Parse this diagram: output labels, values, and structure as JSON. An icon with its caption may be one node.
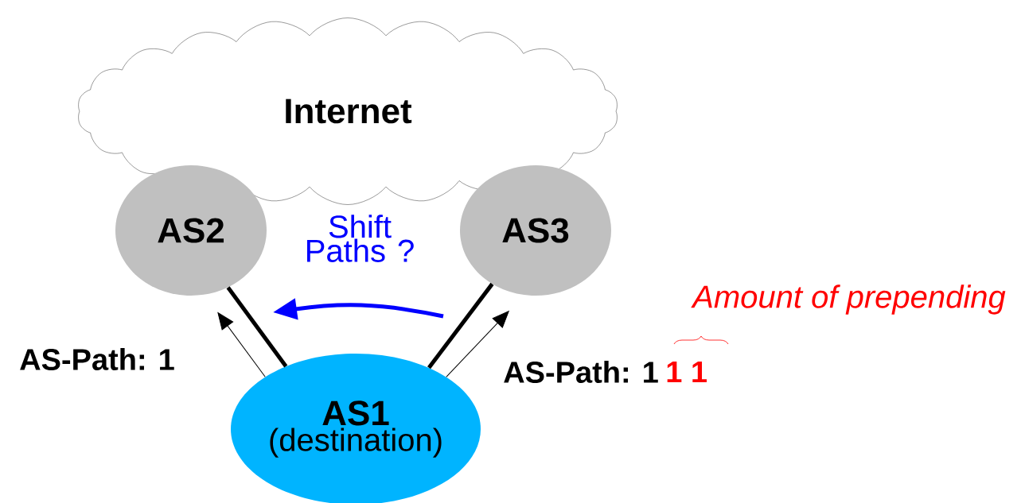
{
  "diagram": {
    "nodes": [
      {
        "text": [
          "Internet"
        ]
      },
      {
        "text": [
          "AS2"
        ]
      },
      {
        "text": [
          "AS3"
        ]
      },
      {
        "text": [
          "AS1",
          "(destination)"
        ]
      }
    ],
    "edges": [
      {
        "from": 3,
        "to": 1,
        "arrow": "none",
        "style": "thick"
      },
      {
        "from": 3,
        "to": 2,
        "arrow": "none",
        "style": "thick"
      },
      {
        "from": 3,
        "to": 1,
        "arrow": "to"
      },
      {
        "from": 3,
        "to": 2,
        "arrow": "to"
      }
    ],
    "labels": [
      "Shift Paths ?",
      "Amount of prepending",
      "AS-Path: 1",
      "AS-Path: 1",
      "1 1"
    ]
  }
}
